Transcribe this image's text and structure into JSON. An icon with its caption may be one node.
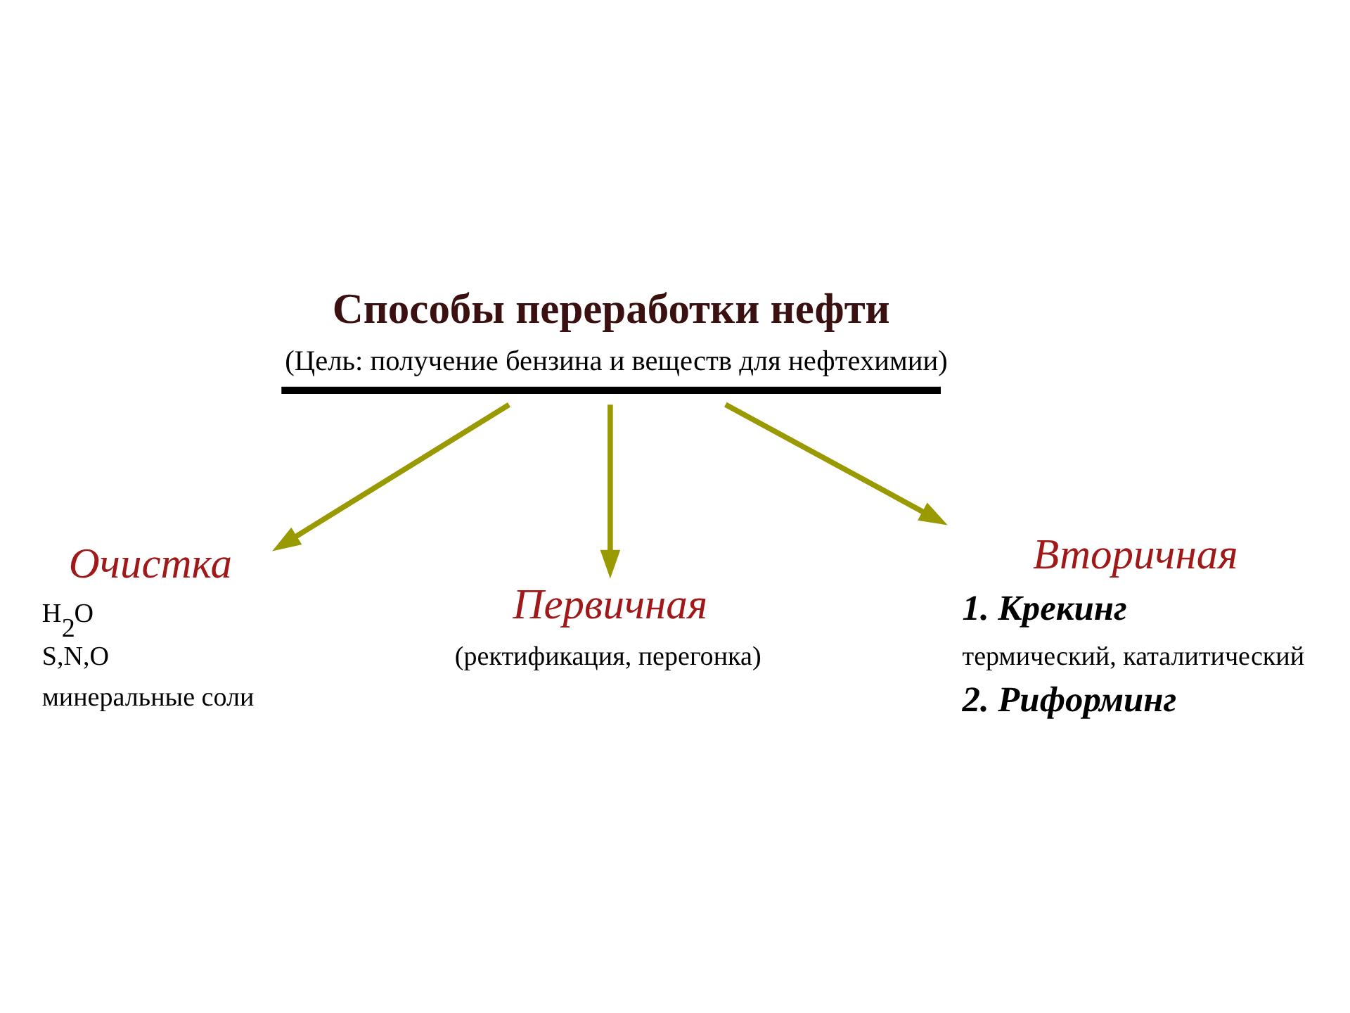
{
  "diagram": {
    "nodes": [
      {
        "text": [
          "Способы переработки нефти",
          "(Цель: получение бензина и веществ для нефтехимии)"
        ]
      },
      {
        "text": [
          "Очистка"
        ],
        "beside": [
          "H$_{2}$O",
          "S,N,O",
          "минеральные соли"
        ]
      },
      {
        "text": [
          "Первичная"
        ],
        "beside": [
          "(ректификация, перегонка)"
        ]
      },
      {
        "text": [
          "Вторичная"
        ],
        "beside": [
          "1. Крекинг",
          "термический, каталитический",
          "2. Риформинг"
        ]
      }
    ],
    "edges": [
      {
        "from": 0,
        "to": 1,
        "arrow": "to"
      },
      {
        "from": 0,
        "to": 2,
        "arrow": "to"
      },
      {
        "from": 0,
        "to": 3,
        "arrow": "to"
      }
    ]
  }
}
